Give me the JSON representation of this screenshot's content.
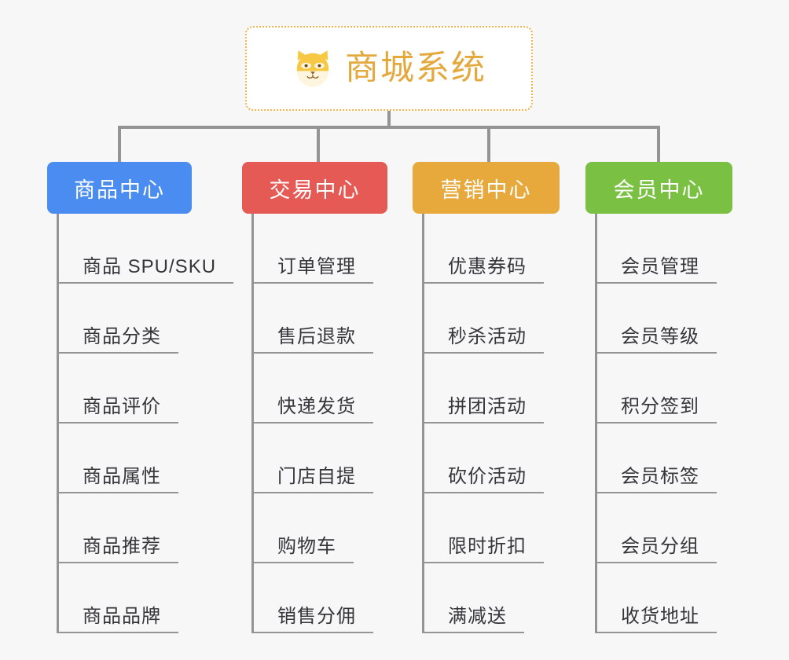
{
  "root": {
    "title": "商城系统",
    "icon": "shiba-dog-icon",
    "title_color": "#e3a93d",
    "border_color": "#eeb44a",
    "background": "#ffffff"
  },
  "canvas": {
    "background": "#f7f7f7",
    "connector_color": "#949494"
  },
  "columns": [
    {
      "label": "商品中心",
      "color": "#4a8cf0",
      "items": [
        "商品 SPU/SKU",
        "商品分类",
        "商品评价",
        "商品属性",
        "商品推荐",
        "商品品牌"
      ]
    },
    {
      "label": "交易中心",
      "color": "#e55a55",
      "items": [
        "订单管理",
        "售后退款",
        "快递发货",
        "门店自提",
        "购物车",
        "销售分佣"
      ]
    },
    {
      "label": "营销中心",
      "color": "#e8a93c",
      "items": [
        "优惠券码",
        "秒杀活动",
        "拼团活动",
        "砍价活动",
        "限时折扣",
        "满减送"
      ]
    },
    {
      "label": "会员中心",
      "color": "#7ac143",
      "items": [
        "会员管理",
        "会员等级",
        "积分签到",
        "会员标签",
        "会员分组",
        "收货地址"
      ]
    }
  ]
}
